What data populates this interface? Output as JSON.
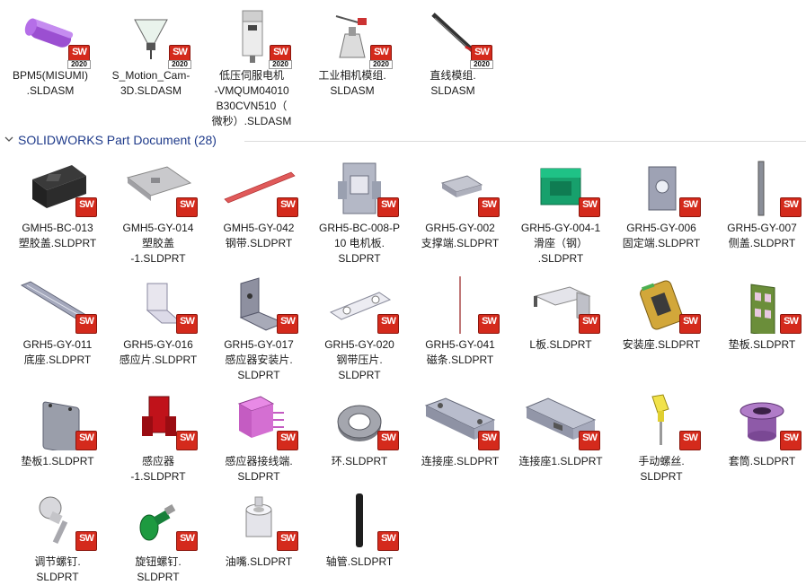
{
  "top_items": [
    {
      "name": "BPM5(MISUMI)\n.SLDASM",
      "badge": "SW",
      "version": "2020",
      "icon": "purple-cylinder-assembly"
    },
    {
      "name": "S_Motion_Cam-\n3D.SLDASM",
      "badge": "SW",
      "version": "2020",
      "icon": "camera-cone-assembly"
    },
    {
      "name": "低压伺服电机\n-VMQUM04010\nB30CVN510（\n微秒）.SLDASM",
      "badge": "SW",
      "version": "2020",
      "icon": "servo-motor-assembly"
    },
    {
      "name": "工业相机模组.\nSLDASM",
      "badge": "SW",
      "version": "2020",
      "icon": "industrial-camera-assembly"
    },
    {
      "name": "直线模组.\nSLDASM",
      "badge": "SW",
      "version": "2020",
      "icon": "linear-module-assembly"
    }
  ],
  "group": {
    "title": "SOLIDWORKS Part Document (28)",
    "expanded": true
  },
  "parts": [
    {
      "name": "GMH5-BC-013\n塑胶盖.SLDPRT",
      "badge": "SW",
      "icon": "black-plastic-cover"
    },
    {
      "name": "GMH5-GY-014\n塑胶盖\n-1.SLDPRT",
      "badge": "SW",
      "icon": "gray-plastic-cover"
    },
    {
      "name": "GMH5-GY-042\n钢带.SLDPRT",
      "badge": "SW",
      "icon": "steel-strip"
    },
    {
      "name": "GRH5-BC-008-P\n10 电机板.\nSLDPRT",
      "badge": "SW",
      "icon": "motor-plate"
    },
    {
      "name": "GRH5-GY-002\n支撑端.SLDPRT",
      "badge": "SW",
      "icon": "support-end"
    },
    {
      "name": "GRH5-GY-004-1\n滑座（钢）\n.SLDPRT",
      "badge": "SW",
      "icon": "green-slide-seat"
    },
    {
      "name": "GRH5-GY-006\n固定端.SLDPRT",
      "badge": "SW",
      "icon": "fixed-end"
    },
    {
      "name": "GRH5-GY-007\n侧盖.SLDPRT",
      "badge": "SW",
      "icon": "side-cover"
    },
    {
      "name": "GRH5-GY-011\n底座.SLDPRT",
      "badge": "SW",
      "icon": "base-rail"
    },
    {
      "name": "GRH5-GY-016\n感应片.SLDPRT",
      "badge": "SW",
      "icon": "sensor-sheet"
    },
    {
      "name": "GRH5-GY-017\n感应器安装片.\nSLDPRT",
      "badge": "SW",
      "icon": "sensor-bracket"
    },
    {
      "name": "GRH5-GY-020\n钢带压片.\nSLDPRT",
      "badge": "SW",
      "icon": "strip-clamp"
    },
    {
      "name": "GRH5-GY-041\n磁条.SLDPRT",
      "badge": "SW",
      "icon": "magnetic-strip"
    },
    {
      "name": "L板.SLDPRT",
      "badge": "SW",
      "icon": "l-plate"
    },
    {
      "name": "安装座.SLDPRT",
      "badge": "SW",
      "icon": "mount-seat"
    },
    {
      "name": "垫板.SLDPRT",
      "badge": "SW",
      "icon": "green-shim-plate"
    },
    {
      "name": "垫板1.SLDPRT",
      "badge": "SW",
      "icon": "gray-shim-plate"
    },
    {
      "name": "感应器\n-1.SLDPRT",
      "badge": "SW",
      "icon": "red-sensor"
    },
    {
      "name": "感应器接线端.\nSLDPRT",
      "badge": "SW",
      "icon": "sensor-terminal"
    },
    {
      "name": "环.SLDPRT",
      "badge": "SW",
      "icon": "ring"
    },
    {
      "name": "连接座.SLDPRT",
      "badge": "SW",
      "icon": "connector-block"
    },
    {
      "name": "连接座1.SLDPRT",
      "badge": "SW",
      "icon": "connector-block-1"
    },
    {
      "name": "手动螺丝.\nSLDPRT",
      "badge": "SW",
      "icon": "hand-screw"
    },
    {
      "name": "套筒.SLDPRT",
      "badge": "SW",
      "icon": "sleeve"
    },
    {
      "name": "调节螺钉.\nSLDPRT",
      "badge": "SW",
      "icon": "adjust-screw"
    },
    {
      "name": "旋钮螺钉.\nSLDPRT",
      "badge": "SW",
      "icon": "knob-screw"
    },
    {
      "name": "油嘴.SLDPRT",
      "badge": "SW",
      "icon": "grease-nipple"
    },
    {
      "name": "轴管.SLDPRT",
      "badge": "SW",
      "icon": "shaft-tube"
    }
  ]
}
